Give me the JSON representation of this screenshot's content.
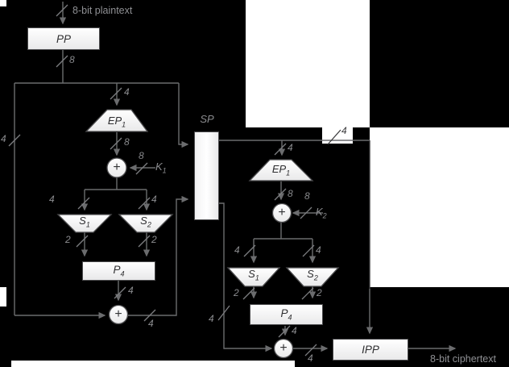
{
  "colors": {
    "background": "#000000",
    "wire_gray": "#6b6c6e",
    "label_gray": "#8a8b8e",
    "stroke_dark": "#3b3b3d",
    "shape_fill": "#ffffff"
  },
  "io": {
    "plaintext_label": "8-bit plaintext",
    "ciphertext_label": "8-bit ciphertext"
  },
  "blocks": {
    "pp": "PP",
    "sp": "SP",
    "ipp": "IPP",
    "xor_symbol": "+",
    "ep": {
      "base": "EP",
      "sub": "1"
    },
    "p4": {
      "base": "P",
      "sub": "4"
    },
    "s1": {
      "base": "S",
      "sub": "1"
    },
    "s2": {
      "base": "S",
      "sub": "2"
    },
    "k1": {
      "base": "K",
      "sub": "1"
    },
    "k2": {
      "base": "K",
      "sub": "2"
    }
  },
  "bus_widths": {
    "pp_out": "8",
    "left_branch": "4",
    "swap_top": "4",
    "swap_bottom": "4",
    "round1": {
      "in": "4",
      "ep_out": "8",
      "key": "8",
      "split_left": "4",
      "split_right": "4",
      "s1_out": "2",
      "s2_out": "2",
      "p4_out": "4",
      "xor_out": "4"
    },
    "round2": {
      "in": "4",
      "ep_out": "8",
      "key": "8",
      "split_left": "4",
      "split_right": "4",
      "s1_out": "2",
      "s2_out": "2",
      "p4_out": "4",
      "xor_out": "4"
    }
  }
}
